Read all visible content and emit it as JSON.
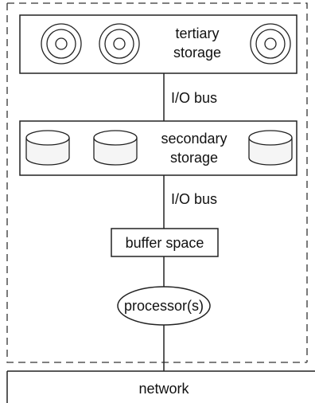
{
  "diagram": {
    "tertiary": {
      "label_line1": "tertiary",
      "label_line2": "storage"
    },
    "bus_top": {
      "label": "I/O bus"
    },
    "secondary": {
      "label_line1": "secondary",
      "label_line2": "storage"
    },
    "bus_bottom": {
      "label": "I/O bus"
    },
    "buffer": {
      "label": "buffer space"
    },
    "processor": {
      "label": "processor(s)"
    },
    "network": {
      "label": "network"
    }
  }
}
